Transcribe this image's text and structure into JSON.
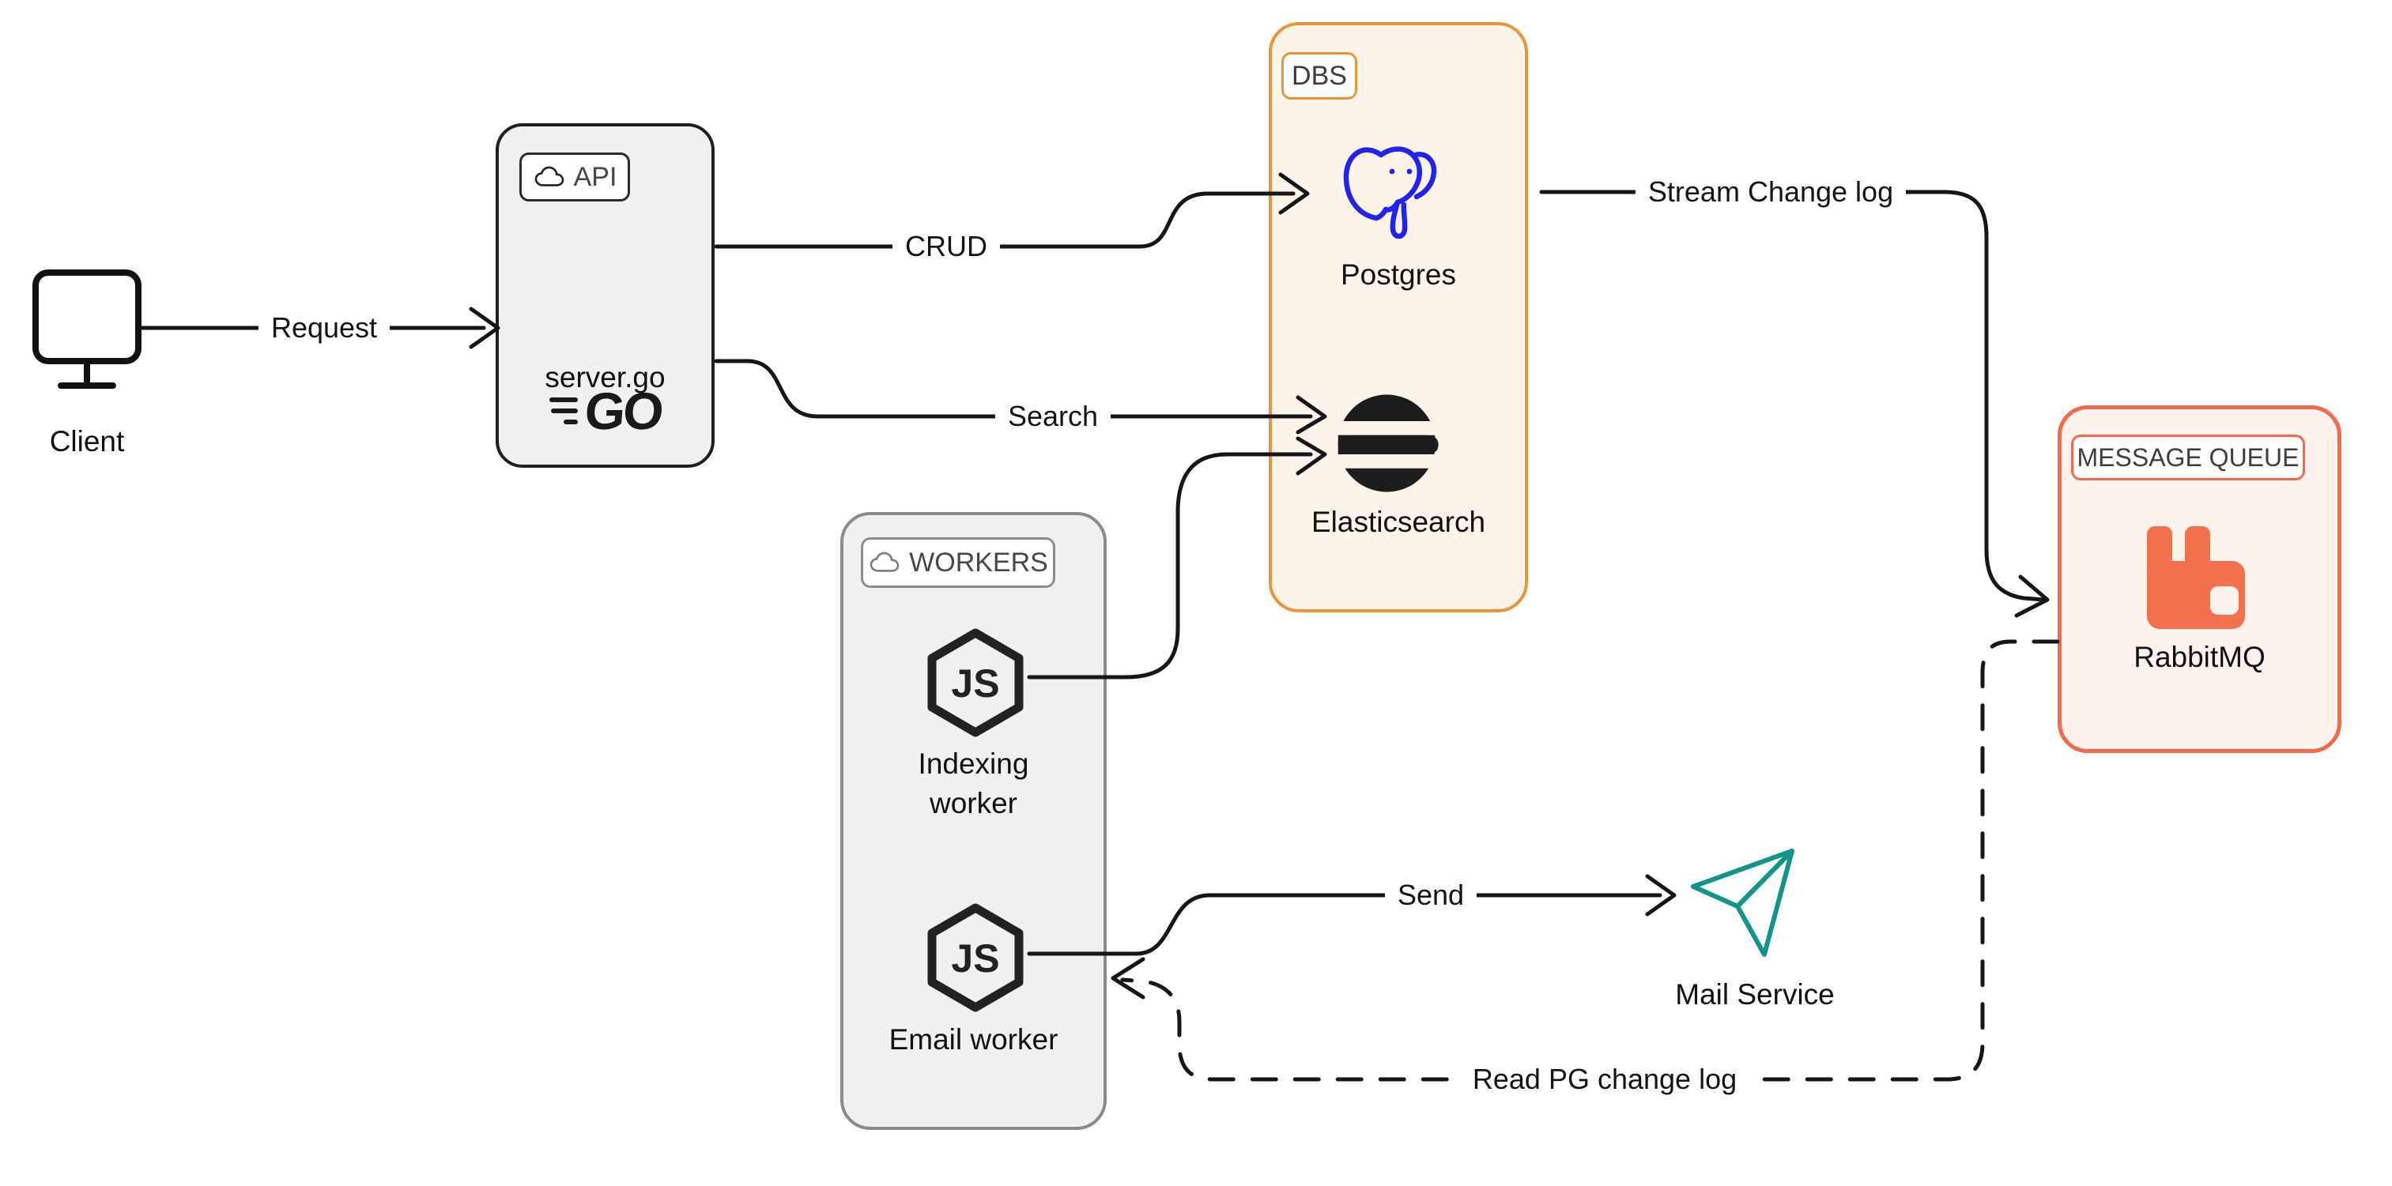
{
  "title": "Service architecture diagram",
  "colors": {
    "ink": "#161616",
    "group_fill_gray": "#F0F0EE",
    "api_border": "#1f1f1f",
    "workers_border": "#8b8b8b",
    "dbs_border": "#E8953B",
    "dbs_fill": "#FDF4E9",
    "mq_border": "#F4694A",
    "mq_fill": "#FEF2EC",
    "postgres_blue": "#2323EF",
    "rabbitmq_orange": "#F4714E",
    "mail_teal": "#12948A"
  },
  "nodes": {
    "client": {
      "label": "Client",
      "icon": "monitor-icon"
    },
    "api": {
      "badge": "API",
      "badge_icon": "cloud-icon",
      "logo": "go-logo",
      "logo_text": "GO",
      "label": "server.go"
    },
    "dbs": {
      "badge": "DBS",
      "postgres": {
        "label": "Postgres",
        "icon": "postgres-elephant-icon"
      },
      "elasticsearch": {
        "label": "Elasticsearch",
        "icon": "elasticsearch-icon"
      }
    },
    "workers": {
      "badge": "WORKERS",
      "badge_icon": "cloud-icon",
      "indexing": {
        "label_line1": "Indexing",
        "label_line2": "worker",
        "icon": "nodejs-icon",
        "icon_text": "JS"
      },
      "email": {
        "label": "Email worker",
        "icon": "nodejs-icon",
        "icon_text": "JS"
      }
    },
    "mq": {
      "badge": "MESSAGE QUEUE",
      "label": "RabbitMQ",
      "icon": "rabbitmq-icon"
    },
    "mail": {
      "label": "Mail Service",
      "icon": "paper-plane-icon"
    }
  },
  "edges": {
    "request": {
      "label": "Request",
      "from": "Client",
      "to": "server.go",
      "style": "solid"
    },
    "crud": {
      "label": "CRUD",
      "from": "server.go",
      "to": "Postgres",
      "style": "solid"
    },
    "search": {
      "label": "Search",
      "from": "server.go",
      "to": "Elasticsearch",
      "style": "solid"
    },
    "index": {
      "label": "",
      "from": "Indexing worker",
      "to": "Elasticsearch",
      "style": "solid"
    },
    "stream": {
      "label": "Stream Change log",
      "from": "Postgres",
      "to": "RabbitMQ",
      "style": "solid"
    },
    "send": {
      "label": "Send",
      "from": "Email worker",
      "to": "Mail Service",
      "style": "solid"
    },
    "read_pg": {
      "label": "Read PG change log",
      "from": "RabbitMQ",
      "to": "Email worker",
      "style": "dashed"
    }
  }
}
